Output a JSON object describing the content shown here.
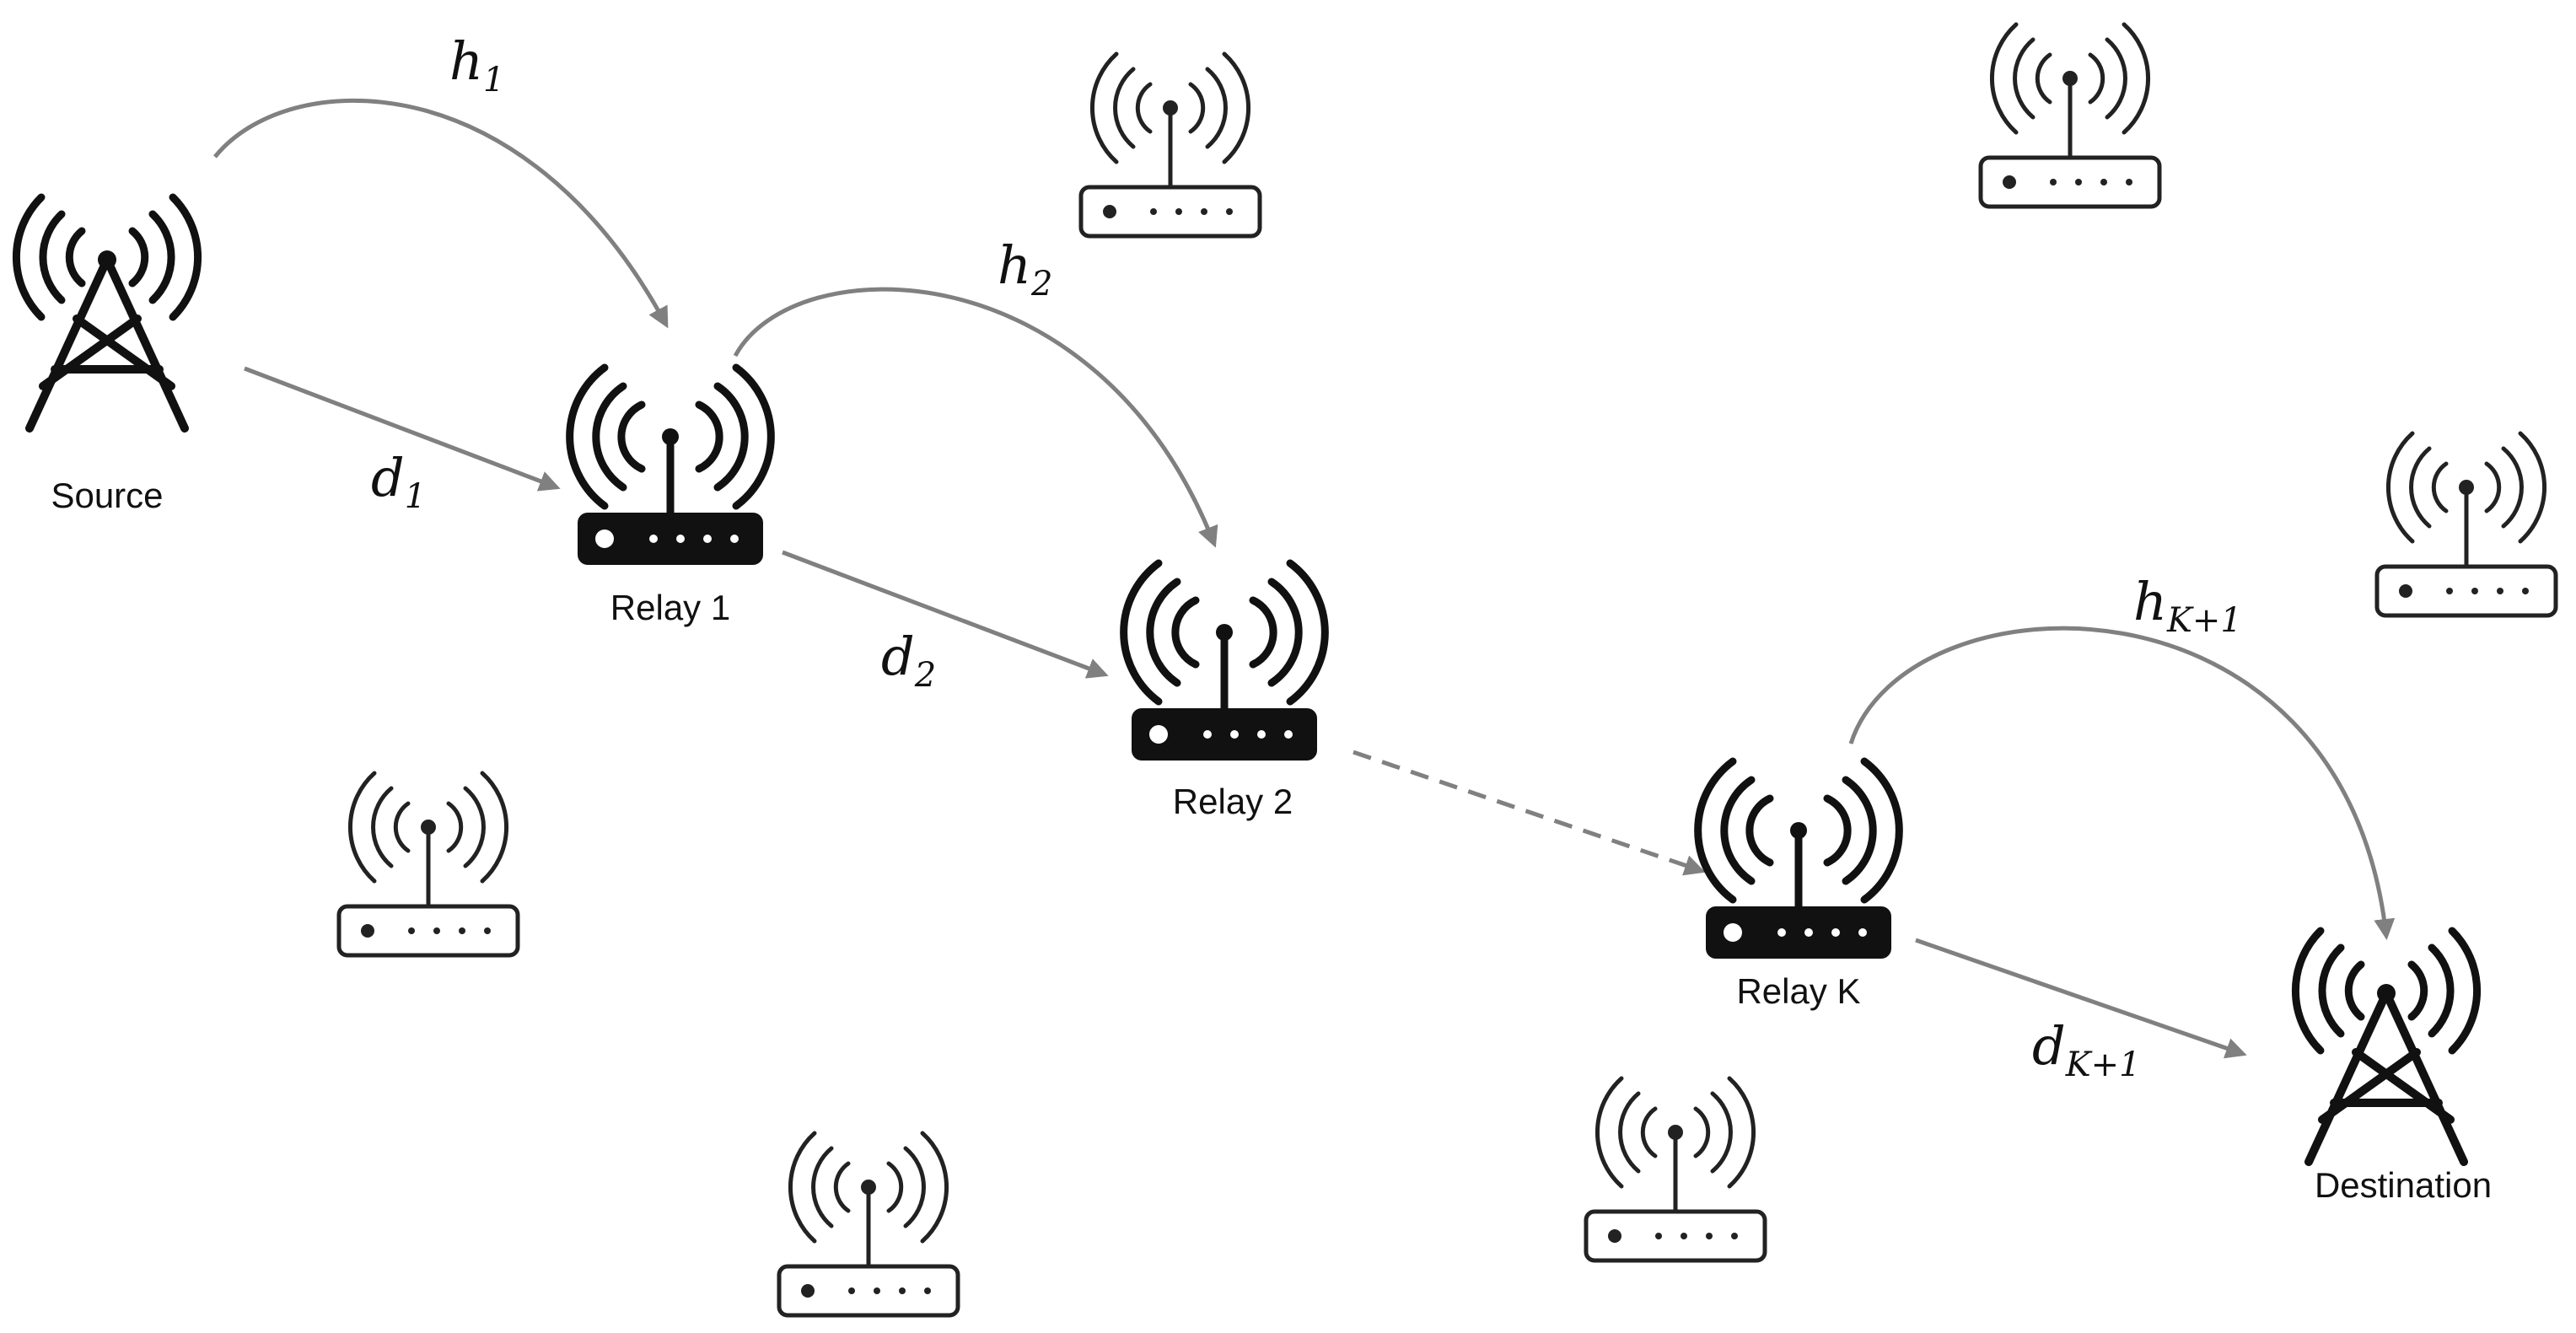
{
  "nodes": {
    "source": {
      "label": "Source",
      "icon": "cell-tower-icon"
    },
    "relay1": {
      "label": "Relay 1",
      "icon": "router-icon"
    },
    "relay2": {
      "label": "Relay 2",
      "icon": "router-icon"
    },
    "relayk": {
      "label": "Relay K",
      "icon": "router-icon"
    },
    "destination": {
      "label": "Destination",
      "icon": "cell-tower-icon"
    },
    "idle_icon": "idle-router-icon"
  },
  "links": {
    "h1": {
      "base": "h",
      "sub": "1"
    },
    "h2": {
      "base": "h",
      "sub": "2"
    },
    "hk1": {
      "base": "h",
      "sub": "K+1"
    },
    "d1": {
      "base": "d",
      "sub": "1"
    },
    "d2": {
      "base": "d",
      "sub": "2"
    },
    "dk1": {
      "base": "d",
      "sub": "K+1"
    }
  },
  "colors": {
    "arrow": "#808080",
    "icon_solid": "#111111",
    "icon_outline": "#222222"
  }
}
